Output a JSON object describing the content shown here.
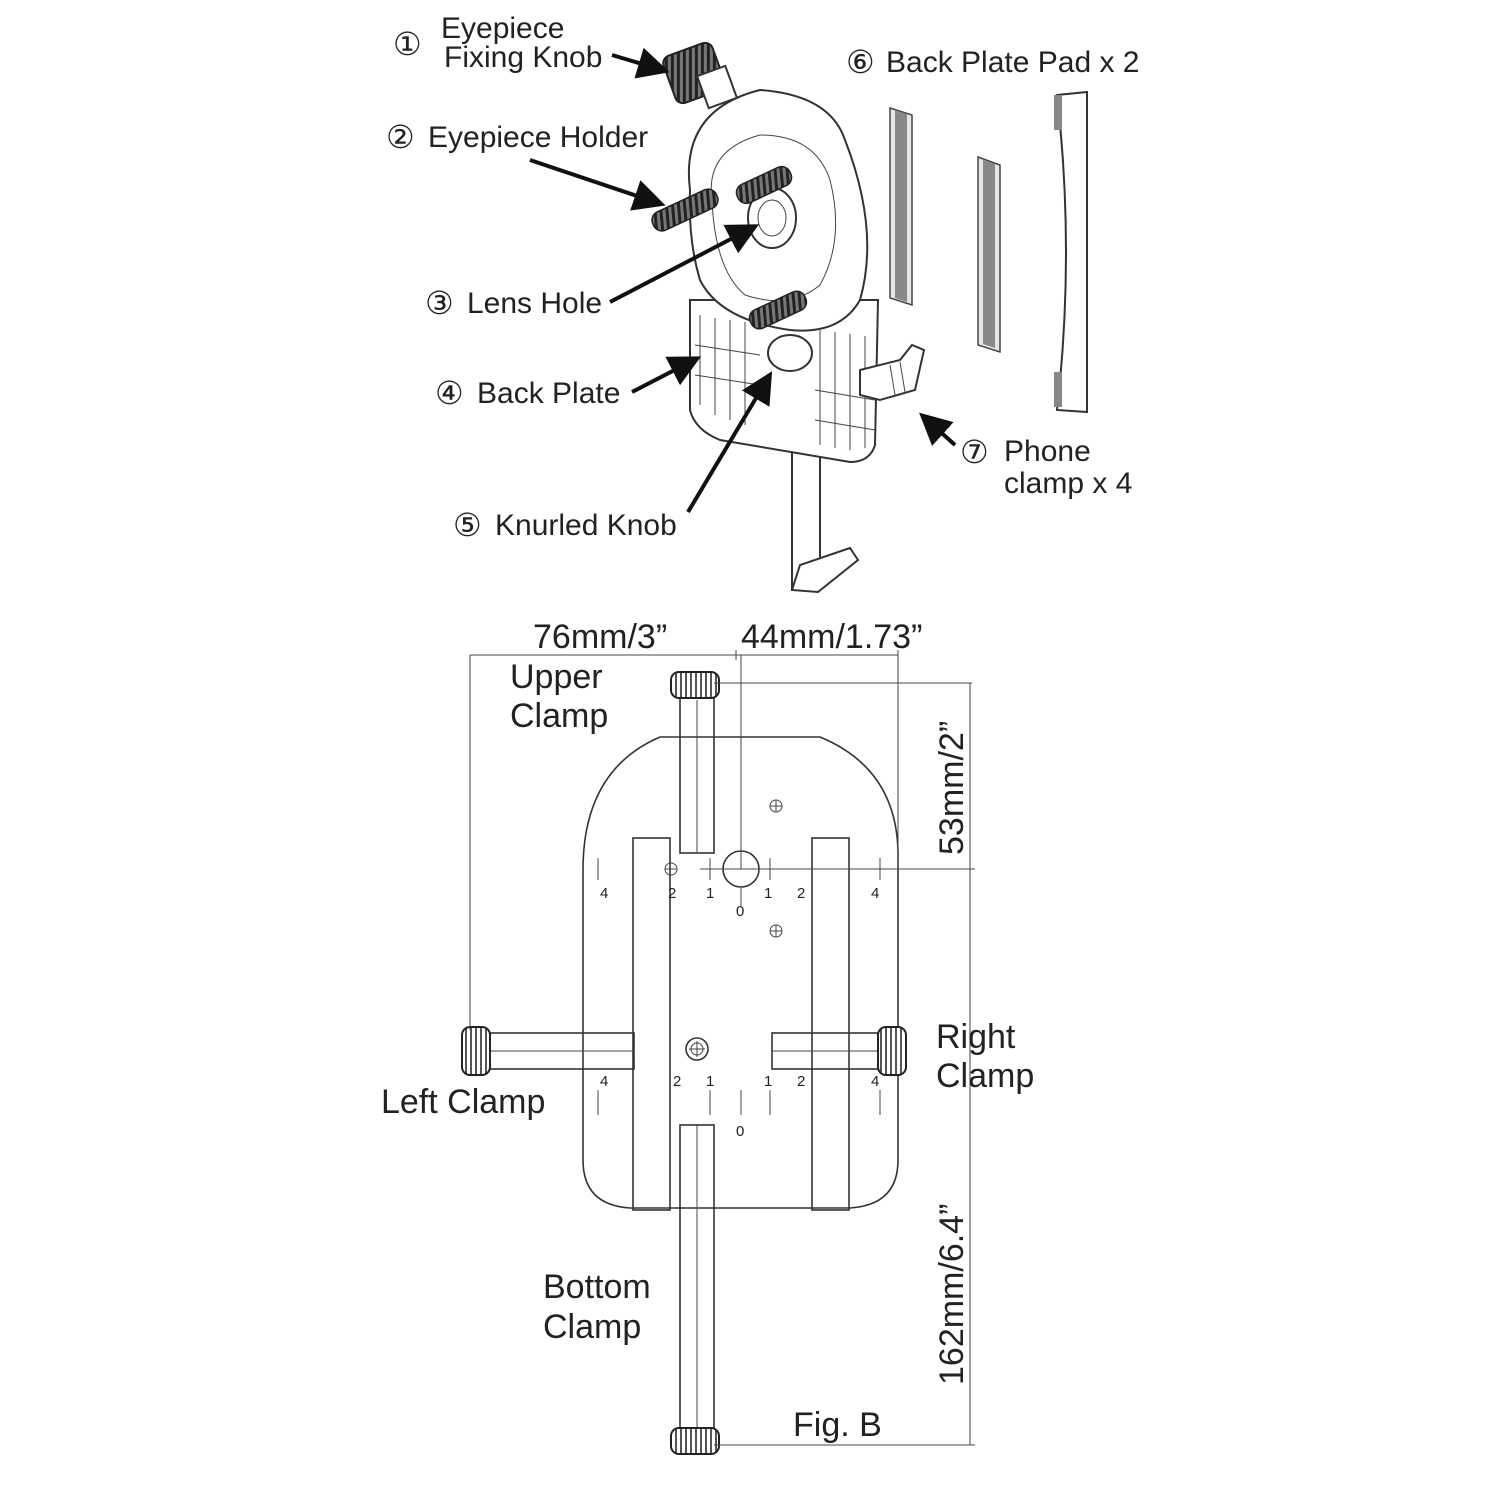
{
  "parts": [
    {
      "number": "①",
      "line1": "Eyepiece",
      "line2": "Fixing Knob"
    },
    {
      "number": "②",
      "line1": "Eyepiece Holder"
    },
    {
      "number": "③",
      "line1": "Lens Hole"
    },
    {
      "number": "④",
      "line1": "Back Plate"
    },
    {
      "number": "⑤",
      "line1": "Knurled Knob"
    },
    {
      "number": "⑥",
      "line1": "Back Plate Pad x 2"
    },
    {
      "number": "⑦",
      "line1": "Phone",
      "line2": "clamp x 4"
    }
  ],
  "dimensions": {
    "width_left": "76mm/3”",
    "width_right": "44mm/1.73”",
    "height_upper": "53mm/2”",
    "height_lower": "162mm/6.4”"
  },
  "clamps": {
    "upper_1": "Upper",
    "upper_2": "Clamp",
    "left": "Left Clamp",
    "right_1": "Right",
    "right_2": "Clamp",
    "bottom_1": "Bottom",
    "bottom_2": "Clamp"
  },
  "scale_marks": {
    "top": [
      "4",
      "2",
      "1",
      "0",
      "1",
      "2",
      "4"
    ],
    "bottom": [
      "4",
      "2",
      "1",
      "0",
      "1",
      "2",
      "4"
    ]
  },
  "figure_label": "Fig. B"
}
